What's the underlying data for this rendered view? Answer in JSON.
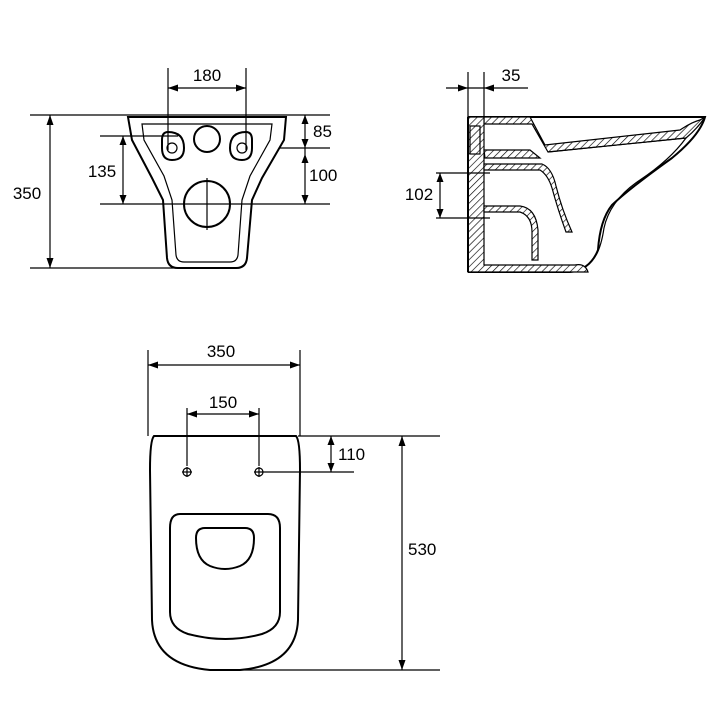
{
  "rear_view": {
    "width_label": "180",
    "height_label": "350",
    "inlet_label": "85",
    "bolt_label": "135",
    "outlet_label": "100"
  },
  "side_view": {
    "wall_label": "35",
    "outlet_height_label": "102"
  },
  "top_view": {
    "width_label": "350",
    "bolt_spacing_label": "150",
    "bolt_offset_label": "110",
    "length_label": "530"
  },
  "colors": {
    "line": "#000000",
    "background": "#ffffff"
  }
}
